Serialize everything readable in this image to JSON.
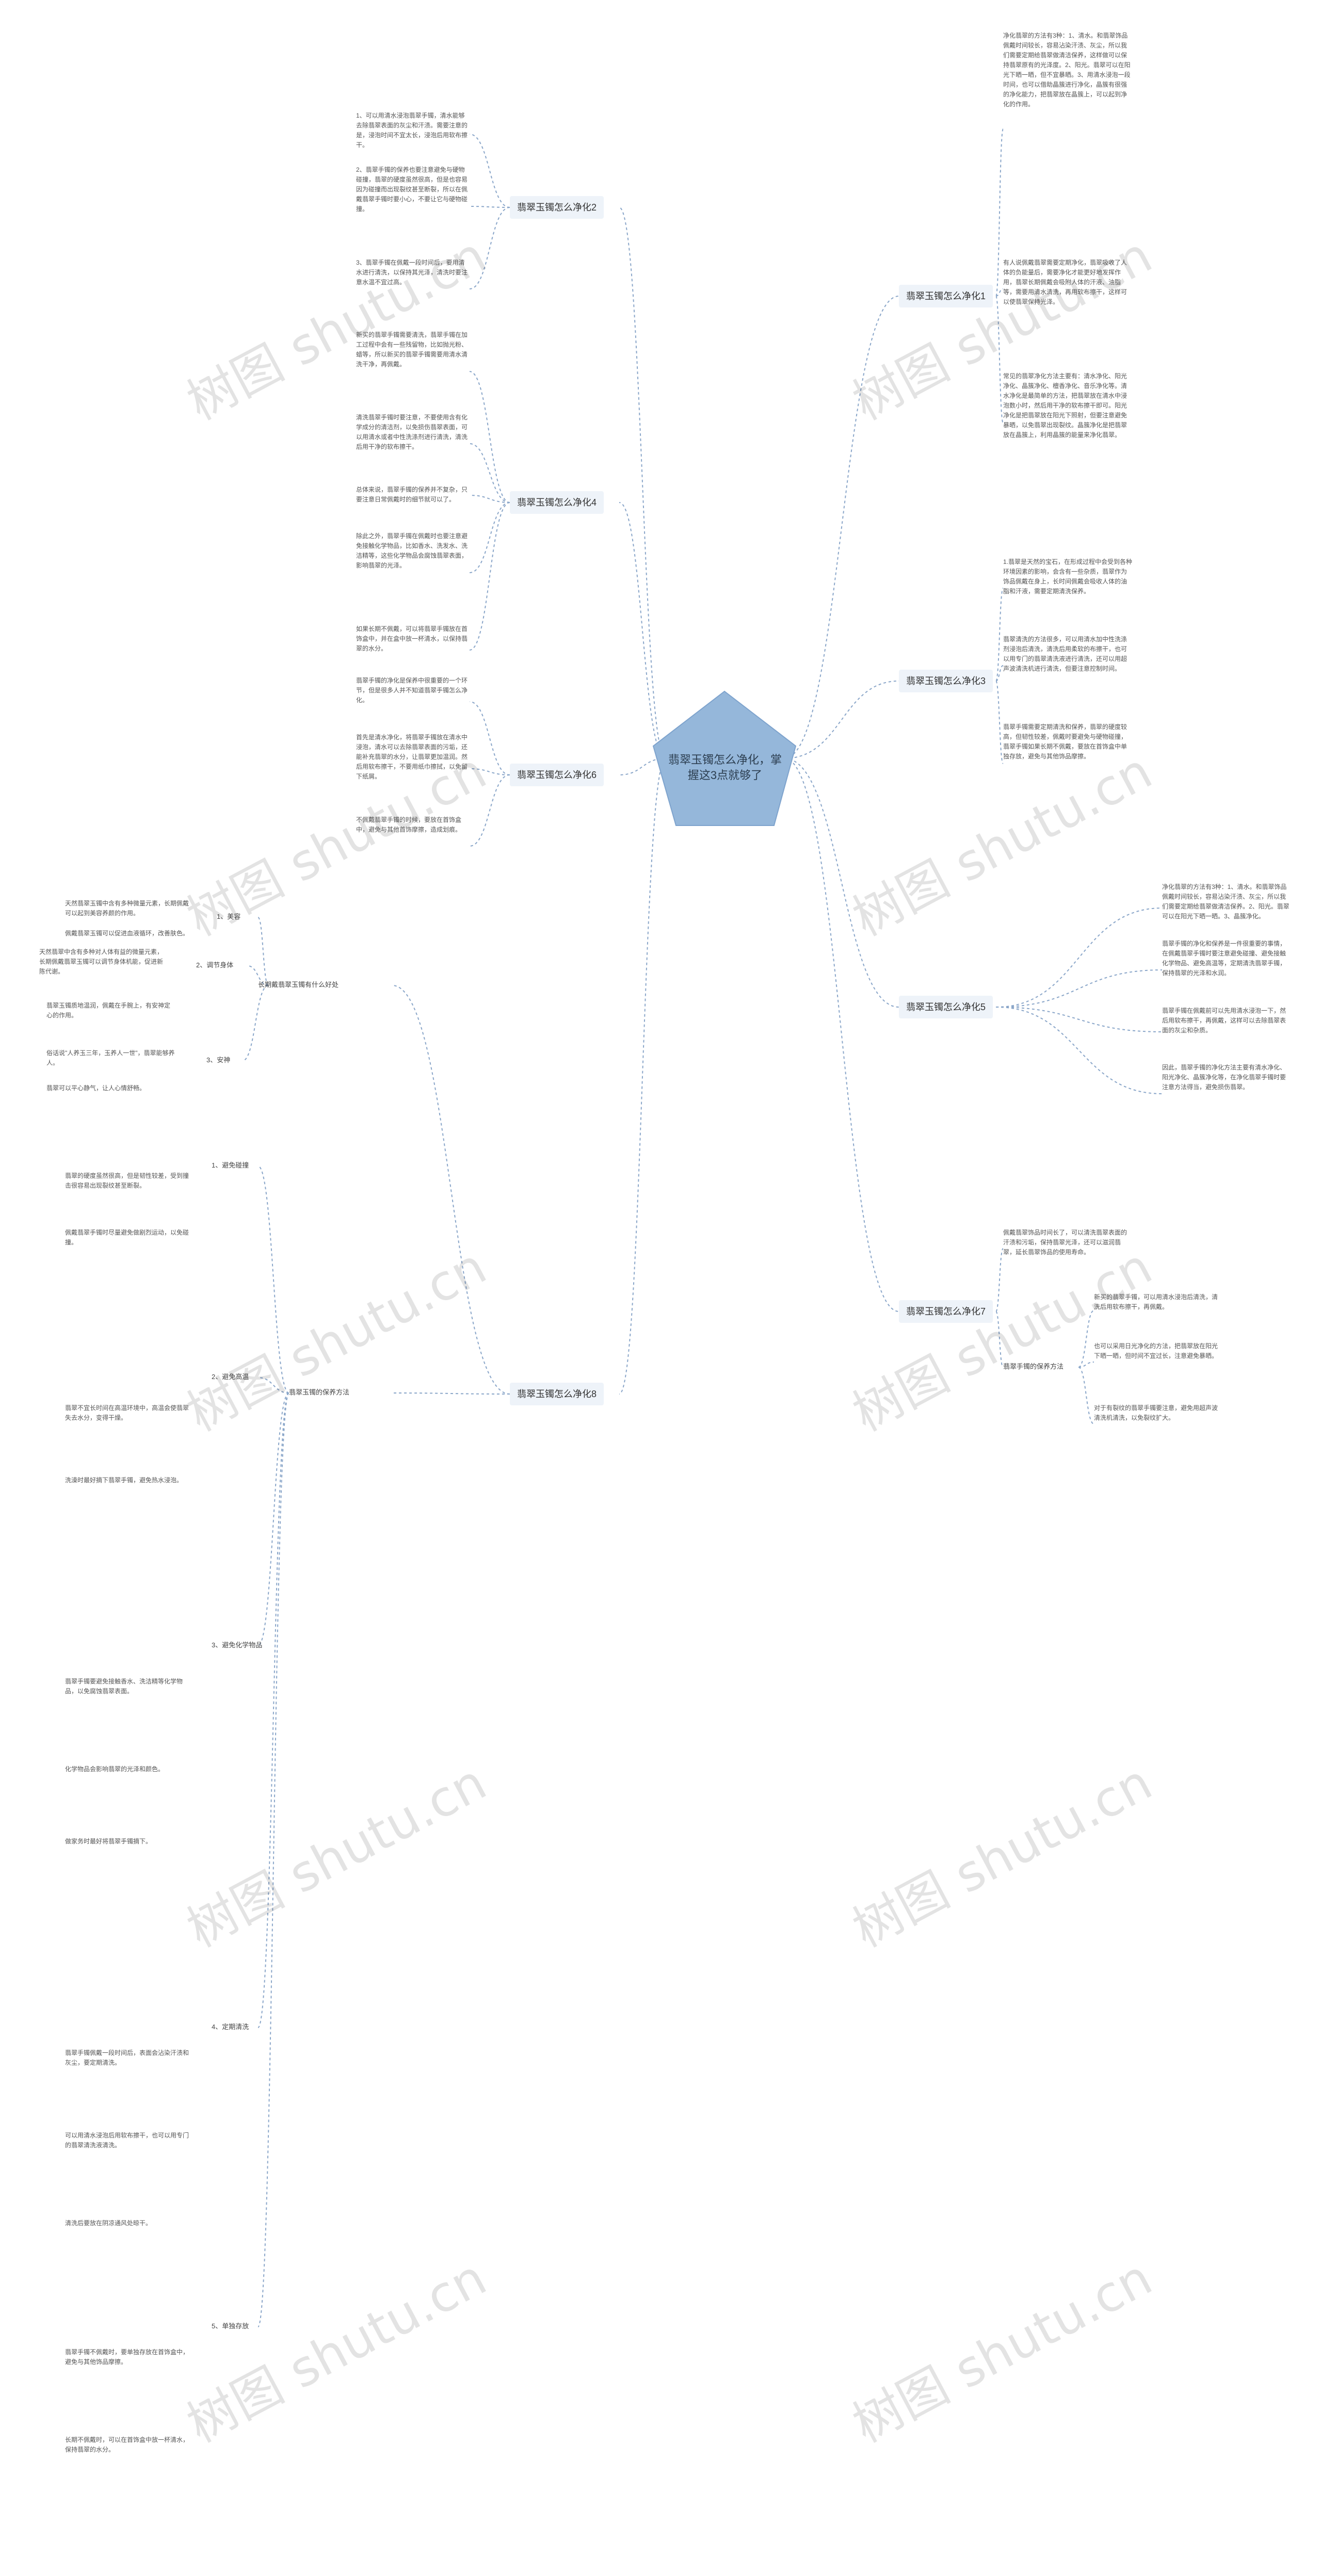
{
  "central": "翡翠玉镯怎么净化，掌握这3点就够了",
  "watermark": "树图 shutu.cn",
  "colors": {
    "central_fill": "#95b7da",
    "central_stroke": "#7ea3cd",
    "line": "#8aa6c9",
    "branch_fill": "#eef3f9"
  },
  "branches": {
    "b1": {
      "label": "翡翠玉镯怎么净化1",
      "texts": [
        "净化翡翠的方法有3种：1、清水。和翡翠饰品佩戴时间较长，容易沾染汗渍、灰尘，所以我们需要定期给翡翠做清洁保养，这样做可以保持翡翠原有的光泽度。2、阳光。翡翠可以在阳光下晒一晒，但不宜暴晒。3、用清水浸泡一段时间，也可以借助晶簇进行净化，晶簇有很强的净化能力，把翡翠放在晶簇上，可以起到净化的作用。",
        "有人说佩戴翡翠需要定期净化，翡翠吸收了人体的负能量后，需要净化才能更好地发挥作用，翡翠长期佩戴会吸附人体的汗液、油脂等，需要用清水清洗，再用软布擦干，这样可以使翡翠保持光泽。",
        "常见的翡翠净化方法主要有：清水净化、阳光净化、晶簇净化、檀香净化、音乐净化等。清水净化是最简单的方法，把翡翠放在清水中浸泡数小时，然后用干净的软布擦干即可。阳光净化是把翡翠放在阳光下照射，但要注意避免暴晒，以免翡翠出现裂纹。晶簇净化是把翡翠放在晶簇上，利用晶簇的能量来净化翡翠。"
      ]
    },
    "b2": {
      "label": "翡翠玉镯怎么净化2",
      "texts": [
        "1、可以用清水浸泡翡翠手镯，清水能够去除翡翠表面的灰尘和汗渍。需要注意的是，浸泡时间不宜太长，浸泡后用软布擦干。",
        "2、翡翠手镯的保养也要注意避免与硬物碰撞，翡翠的硬度虽然很高，但是也容易因为碰撞而出现裂纹甚至断裂，所以在佩戴翡翠手镯时要小心，不要让它与硬物碰撞。",
        "3、翡翠手镯在佩戴一段时间后，要用清水进行清洗，以保持其光泽，清洗时要注意水温不宜过高。"
      ]
    },
    "b3": {
      "label": "翡翠玉镯怎么净化3",
      "texts": [
        "1.翡翠是天然的宝石，在形成过程中会受到各种环境因素的影响，会含有一些杂质，翡翠作为饰品佩戴在身上，长时间佩戴会吸收人体的油脂和汗液，需要定期清洗保养。",
        "翡翠清洗的方法很多，可以用清水加中性洗涤剂浸泡后清洗，清洗后用柔软的布擦干，也可以用专门的翡翠清洗液进行清洗，还可以用超声波清洗机进行清洗，但要注意控制时间。",
        "翡翠手镯需要定期清洗和保养，翡翠的硬度较高，但韧性较差，佩戴时要避免与硬物碰撞，翡翠手镯如果长期不佩戴，要放在首饰盒中单独存放，避免与其他饰品摩擦。"
      ]
    },
    "b4": {
      "label": "翡翠玉镯怎么净化4",
      "texts": [
        "新买的翡翠手镯需要清洗，翡翠手镯在加工过程中会有一些残留物，比如抛光粉、蜡等，所以新买的翡翠手镯需要用清水清洗干净，再佩戴。",
        "清洗翡翠手镯时要注意，不要使用含有化学成分的清洁剂，以免损伤翡翠表面，可以用清水或者中性洗涤剂进行清洗，清洗后用干净的软布擦干。",
        "总体来说，翡翠手镯的保养并不复杂，只要注意日常佩戴时的细节就可以了。",
        "除此之外，翡翠手镯在佩戴时也要注意避免接触化学物品，比如香水、洗发水、洗洁精等，这些化学物品会腐蚀翡翠表面，影响翡翠的光泽。",
        "如果长期不佩戴，可以将翡翠手镯放在首饰盒中，并在盒中放一杯清水，以保持翡翠的水分。"
      ]
    },
    "b5": {
      "label": "翡翠玉镯怎么净化5",
      "texts": [
        "净化翡翠的方法有3种：1、清水。和翡翠饰品佩戴时间较长，容易沾染汗渍、灰尘，所以我们需要定期给翡翠做清洁保养。2、阳光。翡翠可以在阳光下晒一晒。3、晶簇净化。",
        "翡翠手镯的净化和保养是一件很重要的事情，在佩戴翡翠手镯时要注意避免碰撞、避免接触化学物品、避免高温等，定期清洗翡翠手镯，保持翡翠的光泽和水润。",
        "翡翠手镯在佩戴前可以先用清水浸泡一下，然后用软布擦干，再佩戴，这样可以去除翡翠表面的灰尘和杂质。",
        "因此，翡翠手镯的净化方法主要有清水净化、阳光净化、晶簇净化等，在净化翡翠手镯时要注意方法得当，避免损伤翡翠。"
      ]
    },
    "b6": {
      "label": "翡翠玉镯怎么净化6",
      "texts": [
        "翡翠手镯的净化是保养中很重要的一个环节，但是很多人并不知道翡翠手镯怎么净化。",
        "首先是清水净化，将翡翠手镯放在清水中浸泡，清水可以去除翡翠表面的污垢，还能补充翡翠的水分，让翡翠更加温润。然后用软布擦干，不要用纸巾擦拭，以免留下纸屑。",
        "不佩戴翡翠手镯的时候，要放在首饰盒中，避免与其他首饰摩擦，造成划痕。"
      ]
    },
    "b7": {
      "label": "翡翠玉镯怎么净化7",
      "texts": [
        "佩戴翡翠饰品时间长了，可以清洗翡翠表面的汗渍和污垢，保持翡翠光泽，还可以滋润翡翠，延长翡翠饰品的使用寿命。"
      ],
      "sub": {
        "label": "翡翠手镯的保养方法",
        "texts": [
          "新买的翡翠手镯，可以用清水浸泡后清洗，清洗后用软布擦干，再佩戴。",
          "也可以采用日光净化的方法，把翡翠放在阳光下晒一晒，但时间不宜过长，注意避免暴晒。",
          "对于有裂纹的翡翠手镯要注意，避免用超声波清洗机清洗，以免裂纹扩大。"
        ]
      }
    },
    "b8": {
      "label": "翡翠玉镯怎么净化8",
      "sub1": {
        "label": "长期戴翡翠玉镯有什么好处",
        "items": [
          {
            "label": "1、美容",
            "texts": [
              "天然翡翠玉镯中含有多种微量元素，长期佩戴可以起到美容养颜的作用。",
              "佩戴翡翠玉镯可以促进血液循环，改善肤色。"
            ]
          },
          {
            "label": "2、调节身体",
            "texts": [
              "天然翡翠中含有多种对人体有益的微量元素，长期佩戴翡翠玉镯可以调节身体机能，促进新陈代谢。"
            ]
          },
          {
            "label": "3、安神",
            "texts": [
              "翡翠玉镯质地温润，佩戴在手腕上，有安神定心的作用。",
              "俗话说\"人养玉三年，玉养人一世\"，翡翠能够养人。",
              "翡翠可以平心静气，让人心情舒畅。"
            ]
          }
        ]
      },
      "sub2": {
        "label": "翡翠玉镯的保养方法",
        "items": [
          {
            "label": "1、避免碰撞",
            "texts": [
              "翡翠的硬度虽然很高，但是韧性较差，受到撞击很容易出现裂纹甚至断裂。",
              "佩戴翡翠手镯时尽量避免做剧烈运动，以免碰撞。"
            ]
          },
          {
            "label": "2、避免高温",
            "texts": [
              "翡翠不宜长时间在高温环境中，高温会使翡翠失去水分，变得干燥。",
              "洗澡时最好摘下翡翠手镯，避免热水浸泡。"
            ]
          },
          {
            "label": "3、避免化学物品",
            "texts": [
              "翡翠手镯要避免接触香水、洗洁精等化学物品，以免腐蚀翡翠表面。",
              "化学物品会影响翡翠的光泽和颜色。",
              "做家务时最好将翡翠手镯摘下。"
            ]
          },
          {
            "label": "4、定期清洗",
            "texts": [
              "翡翠手镯佩戴一段时间后，表面会沾染汗渍和灰尘，要定期清洗。",
              "可以用清水浸泡后用软布擦干，也可以用专门的翡翠清洗液清洗。",
              "清洗后要放在阴凉通风处晾干。"
            ]
          },
          {
            "label": "5、单独存放",
            "texts": [
              "翡翠手镯不佩戴时，要单独存放在首饰盒中，避免与其他饰品摩擦。",
              "长期不佩戴时，可以在首饰盒中放一杯清水，保持翡翠的水分。"
            ]
          }
        ]
      }
    }
  }
}
